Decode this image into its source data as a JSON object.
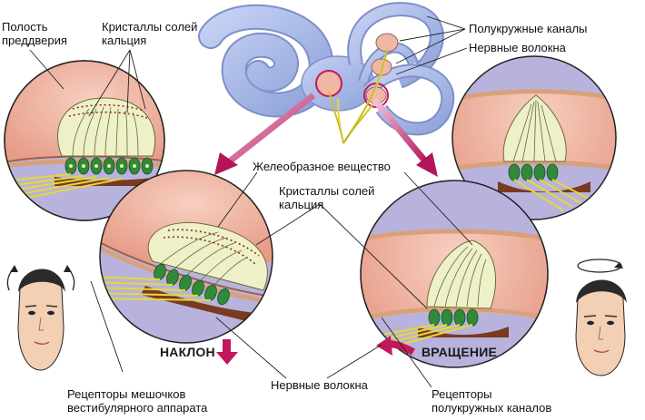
{
  "labels": {
    "vestibule_cavity": [
      "Полость",
      "преддверия"
    ],
    "calcium_crystals_top": [
      "Кристаллы солей",
      "кальция"
    ],
    "semicircular_canals": "Полукружные каналы",
    "nerve_fibers_top": "Нервные волокна",
    "gelatinous_substance": "Желеобразное вещество",
    "calcium_crystals_mid": [
      "Кристаллы солей",
      "кальция"
    ],
    "tilt": "НАКЛОН",
    "rotation": "ВРАЩЕНИЕ",
    "nerve_fibers_bottom": "Нервные волокна",
    "saccule_receptors": [
      "Рецепторы мешочков",
      "вестибулярного аппарата"
    ],
    "canal_receptors": [
      "Рецепторы",
      "полукружных каналов"
    ]
  },
  "colors": {
    "cavity_pink": "#f0b7a4",
    "outer_rim": "#b7b3dd",
    "gel": "#eef0c8",
    "hair_cells": "#2f8a3a",
    "nerve_yellow": "#e6d838",
    "arrow_magenta": "#c2185b",
    "labyrinth_blue": "#9fb3e6"
  }
}
